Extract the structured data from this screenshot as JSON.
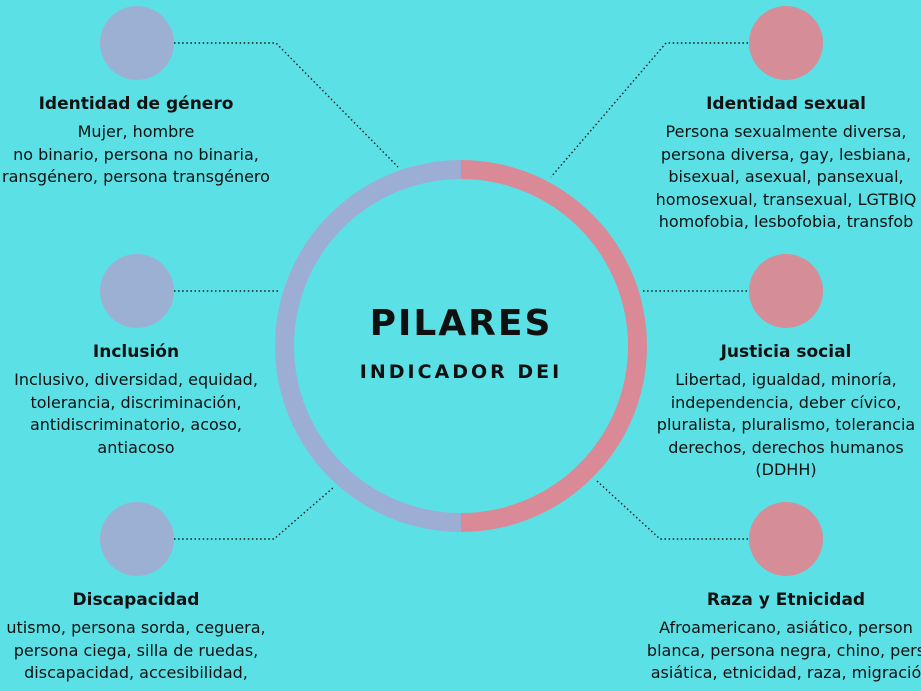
{
  "center": {
    "title": "PILARES",
    "subtitle": "INDICADOR DEI"
  },
  "pillars": {
    "identidad_genero": {
      "title": "Identidad de género",
      "lines": [
        "Mujer, hombre",
        "no binario, persona no binaria,",
        "ransgénero, persona transgénero"
      ]
    },
    "inclusion": {
      "title": "Inclusión",
      "lines": [
        "Inclusivo, diversidad, equidad,",
        "tolerancia, discriminación,",
        "antidiscriminatorio, acoso,",
        "antiacoso"
      ]
    },
    "discapacidad": {
      "title": "Discapacidad",
      "lines": [
        "utismo, persona sorda, ceguera,",
        "persona ciega, silla de ruedas,",
        "discapacidad, accesibilidad,"
      ]
    },
    "identidad_sexual": {
      "title": "Identidad sexual",
      "lines": [
        "Persona sexualmente diversa,",
        "persona diversa, gay, lesbiana,",
        "bisexual, asexual, pansexual,",
        "homosexual, transexual, LGTBIQ",
        "homofobia, lesbofobia, transfob"
      ]
    },
    "justicia_social": {
      "title": "Justicia social",
      "lines": [
        "Libertad, igualdad, minoría,",
        "independencia, deber cívico,",
        "pluralista, pluralismo, tolerancia",
        "derechos, derechos humanos",
        "(DDHH)"
      ]
    },
    "raza_etnicidad": {
      "title": "Raza y Etnicidad",
      "lines": [
        "Afroamericano, asiático, person",
        "blanca, persona negra, chino, pers",
        "asiática, etnicidad, raza, migració"
      ]
    }
  },
  "colors": {
    "background": "#5be0e6",
    "left_accent": "#9cb0d3",
    "right_accent": "#d58d98",
    "text": "#111111"
  }
}
